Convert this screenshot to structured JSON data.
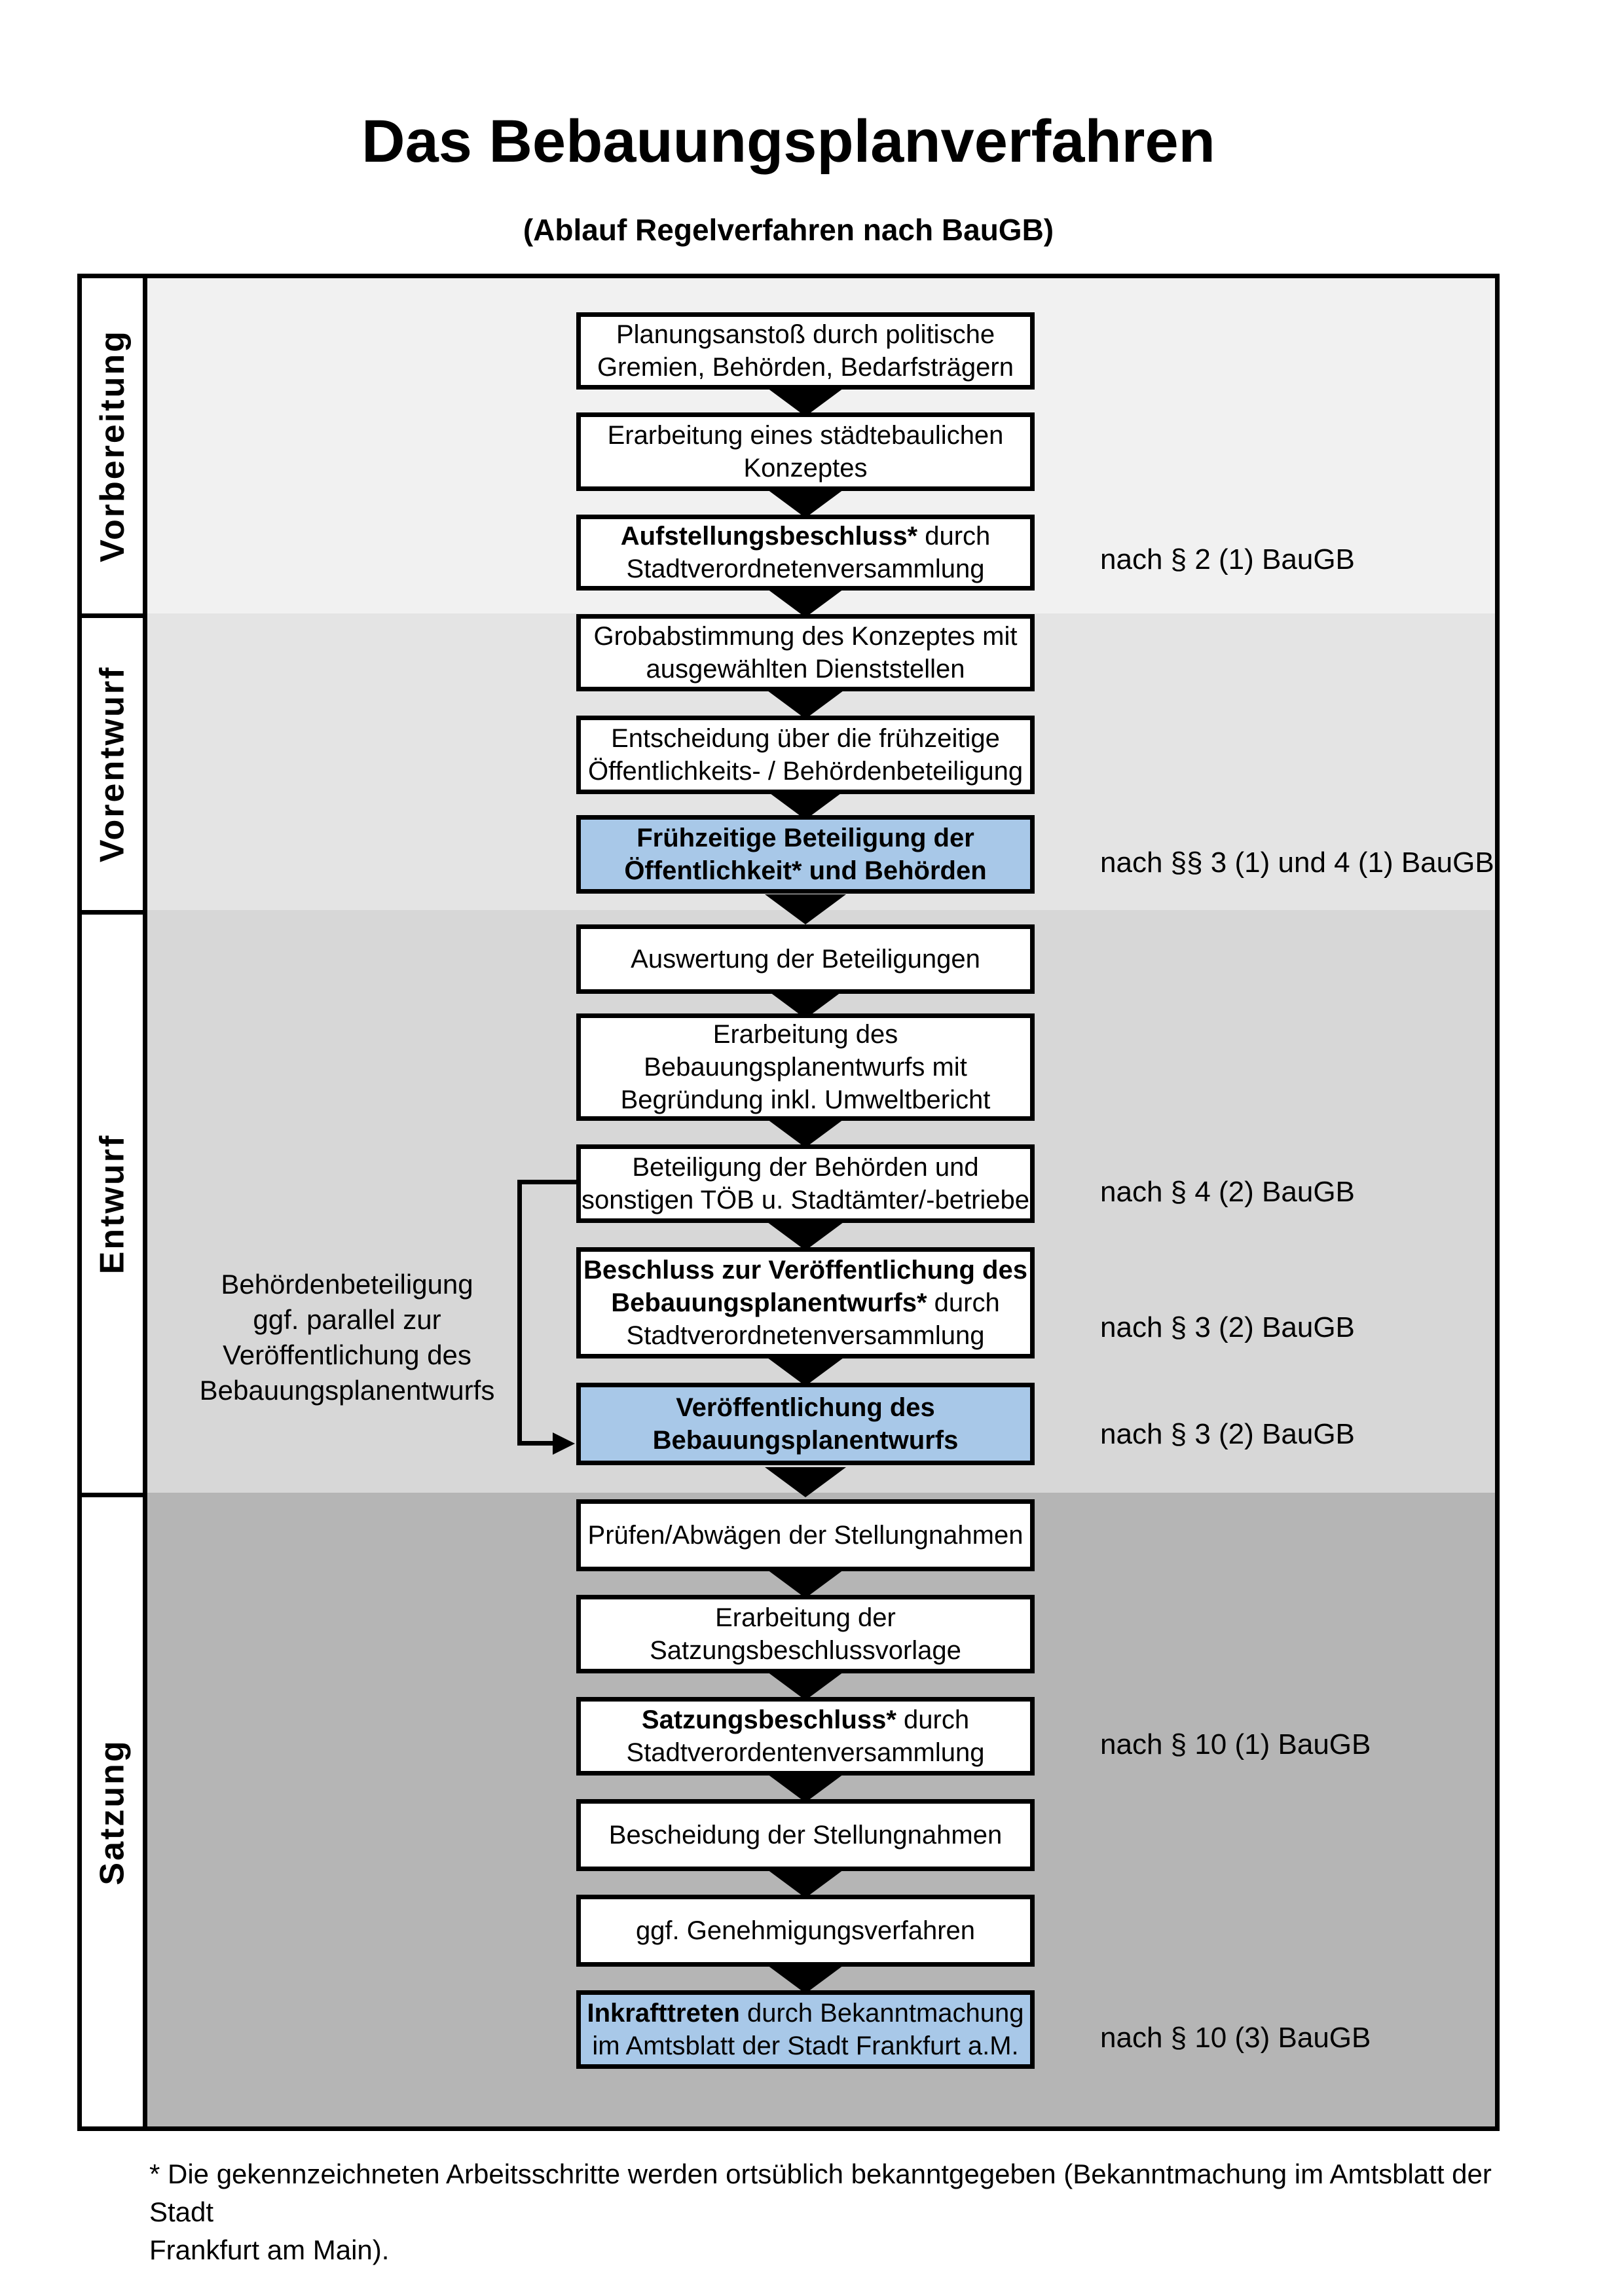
{
  "page": {
    "title": "Das Bebauungsplanverfahren",
    "subtitle": "(Ablauf Regelverfahren nach BauGB)",
    "footnote": "* Die gekennzeichneten Arbeitsschritte werden ortsüblich bekanntgegeben (Bekanntmachung im Amtsblatt  der Stadt\nFrankfurt am Main)."
  },
  "colors": {
    "highlight_fill": "#a8c8e8",
    "box_fill": "#ffffff",
    "line_color": "#000000",
    "band_fills": [
      "#f1f1f1",
      "#e4e4e4",
      "#d7d7d7",
      "#b5b5b5"
    ]
  },
  "phases": [
    {
      "label": "Vorbereitung",
      "steps": [
        {
          "highlight": false,
          "annotation": null,
          "lines": [
            [
              {
                "t": "Planungsanstoß durch politische",
                "b": false
              }
            ],
            [
              {
                "t": "Gremien, Behörden, Bedarfsträgern",
                "b": false
              }
            ]
          ]
        },
        {
          "highlight": false,
          "annotation": null,
          "lines": [
            [
              {
                "t": "Erarbeitung eines städtebaulichen",
                "b": false
              }
            ],
            [
              {
                "t": "Konzeptes",
                "b": false
              }
            ]
          ]
        },
        {
          "highlight": false,
          "annotation": "nach § 2 (1) BauGB",
          "lines": [
            [
              {
                "t": "Aufstellungsbeschluss*",
                "b": true
              },
              {
                "t": " durch",
                "b": false
              }
            ],
            [
              {
                "t": "Stadtverordnetenversammlung",
                "b": false
              }
            ]
          ]
        }
      ]
    },
    {
      "label": "Vorentwurf",
      "steps": [
        {
          "highlight": false,
          "annotation": null,
          "lines": [
            [
              {
                "t": "Grobabstimmung des Konzeptes mit",
                "b": false
              }
            ],
            [
              {
                "t": "ausgewählten Dienststellen",
                "b": false
              }
            ]
          ]
        },
        {
          "highlight": false,
          "annotation": null,
          "lines": [
            [
              {
                "t": "Entscheidung über die frühzeitige",
                "b": false
              }
            ],
            [
              {
                "t": "Öffentlichkeits- / Behördenbeteiligung",
                "b": false
              }
            ]
          ]
        },
        {
          "highlight": true,
          "annotation": "nach §§ 3 (1) und 4 (1) BauGB",
          "lines": [
            [
              {
                "t": "Frühzeitige Beteiligung der",
                "b": true
              }
            ],
            [
              {
                "t": "Öffentlichkeit* und Behörden",
                "b": true
              }
            ]
          ]
        }
      ]
    },
    {
      "label": "Entwurf",
      "steps": [
        {
          "highlight": false,
          "annotation": null,
          "lines": [
            [
              {
                "t": "Auswertung der Beteiligungen",
                "b": false
              }
            ]
          ]
        },
        {
          "highlight": false,
          "annotation": null,
          "lines": [
            [
              {
                "t": "Erarbeitung des",
                "b": false
              }
            ],
            [
              {
                "t": "Bebauungsplanentwurfs mit",
                "b": false
              }
            ],
            [
              {
                "t": "Begründung inkl. Umweltbericht",
                "b": false
              }
            ]
          ]
        },
        {
          "highlight": false,
          "annotation": "nach § 4 (2) BauGB",
          "lines": [
            [
              {
                "t": "Beteiligung der Behörden und",
                "b": false
              }
            ],
            [
              {
                "t": "sonstigen TÖB u. Stadtämter/-betriebe",
                "b": false
              }
            ]
          ]
        },
        {
          "highlight": false,
          "annotation": "nach § 3 (2) BauGB",
          "lines": [
            [
              {
                "t": "Beschluss zur Veröffentlichung des",
                "b": true
              }
            ],
            [
              {
                "t": "Bebauungsplanentwurfs*",
                "b": true
              },
              {
                "t": " durch",
                "b": false
              }
            ],
            [
              {
                "t": "Stadtverordnetenversammlung",
                "b": false
              }
            ]
          ]
        },
        {
          "highlight": true,
          "annotation": "nach § 3 (2) BauGB",
          "lines": [
            [
              {
                "t": "Veröffentlichung des",
                "b": true
              }
            ],
            [
              {
                "t": "Bebauungsplanentwurfs",
                "b": true
              }
            ]
          ]
        }
      ]
    },
    {
      "label": "Satzung",
      "steps": [
        {
          "highlight": false,
          "annotation": null,
          "lines": [
            [
              {
                "t": "Prüfen/Abwägen der Stellungnahmen",
                "b": false
              }
            ]
          ]
        },
        {
          "highlight": false,
          "annotation": null,
          "lines": [
            [
              {
                "t": "Erarbeitung der",
                "b": false
              }
            ],
            [
              {
                "t": "Satzungsbeschlussvorlage",
                "b": false
              }
            ]
          ]
        },
        {
          "highlight": false,
          "annotation": "nach § 10 (1) BauGB",
          "lines": [
            [
              {
                "t": "Satzungsbeschluss*",
                "b": true
              },
              {
                "t": " durch",
                "b": false
              }
            ],
            [
              {
                "t": "Stadtverordentenversammlung",
                "b": false
              }
            ]
          ]
        },
        {
          "highlight": false,
          "annotation": null,
          "lines": [
            [
              {
                "t": "Bescheidung der Stellungnahmen",
                "b": false
              }
            ]
          ]
        },
        {
          "highlight": false,
          "annotation": null,
          "lines": [
            [
              {
                "t": "ggf. Genehmigungsverfahren",
                "b": false
              }
            ]
          ]
        },
        {
          "highlight": true,
          "annotation": "nach § 10 (3) BauGB",
          "lines": [
            [
              {
                "t": "Inkrafttreten",
                "b": true
              },
              {
                "t": " durch Bekanntmachung",
                "b": false
              }
            ],
            [
              {
                "t": "im Amtsblatt der Stadt Frankfurt a.M.",
                "b": false
              }
            ]
          ]
        }
      ]
    }
  ],
  "side_note": {
    "lines": [
      "Behördenbeteiligung",
      "ggf. parallel zur",
      "Veröffentlichung des",
      "Bebauungsplanentwurfs"
    ]
  }
}
